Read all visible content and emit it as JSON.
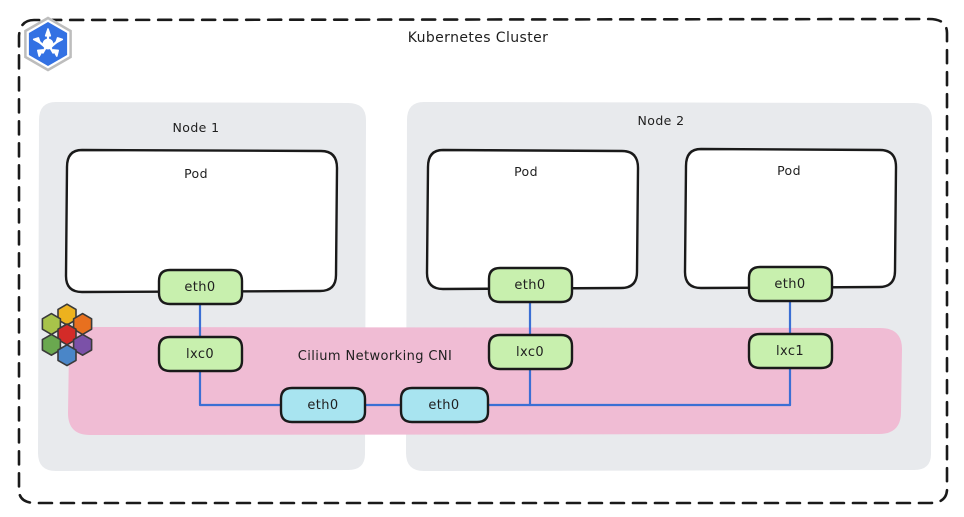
{
  "diagram": {
    "title": "Kubernetes Cluster",
    "cni_label": "Cilium Networking CNI",
    "logos": {
      "kubernetes": "kubernetes-logo",
      "cilium": "cilium-logo"
    },
    "colors": {
      "cluster_border": "#1a1a1a",
      "node_fill": "#e8eaed",
      "pod_fill": "#ffffff",
      "pod_stroke": "#1a1a1a",
      "cni_fill": "#f0bcd4",
      "green_fill": "#c8f0ae",
      "green_stroke": "#1a1a1a",
      "blue_fill": "#a8e4f0",
      "blue_stroke": "#1a1a1a",
      "link": "#3b6fd4",
      "k8s_blue": "#3371e3",
      "cilium_red": "#d32b28",
      "cilium_yellow": "#edb21e",
      "cilium_orange": "#e8701f",
      "cilium_purple": "#7b51a8",
      "cilium_blue": "#4a86c8",
      "cilium_green": "#6aa84f",
      "cilium_lime": "#a8c34a"
    },
    "nodes": [
      {
        "name": "node-1",
        "label": "Node 1"
      },
      {
        "name": "node-2",
        "label": "Node 2"
      }
    ],
    "pods": [
      {
        "name": "pod-1",
        "label": "Pod",
        "node": "node-1"
      },
      {
        "name": "pod-2",
        "label": "Pod",
        "node": "node-2"
      },
      {
        "name": "pod-3",
        "label": "Pod",
        "node": "node-2"
      }
    ],
    "interfaces": {
      "pod_eth": [
        {
          "name": "pod-1-eth0",
          "label": "eth0"
        },
        {
          "name": "pod-2-eth0",
          "label": "eth0"
        },
        {
          "name": "pod-3-eth0",
          "label": "eth0"
        }
      ],
      "host_lxc": [
        {
          "name": "node-1-lxc0",
          "label": "lxc0"
        },
        {
          "name": "node-2-lxc0",
          "label": "lxc0"
        },
        {
          "name": "node-2-lxc1",
          "label": "lxc1"
        }
      ],
      "cni_eth": [
        {
          "name": "cni-eth0-left",
          "label": "eth0"
        },
        {
          "name": "cni-eth0-right",
          "label": "eth0"
        }
      ]
    }
  }
}
